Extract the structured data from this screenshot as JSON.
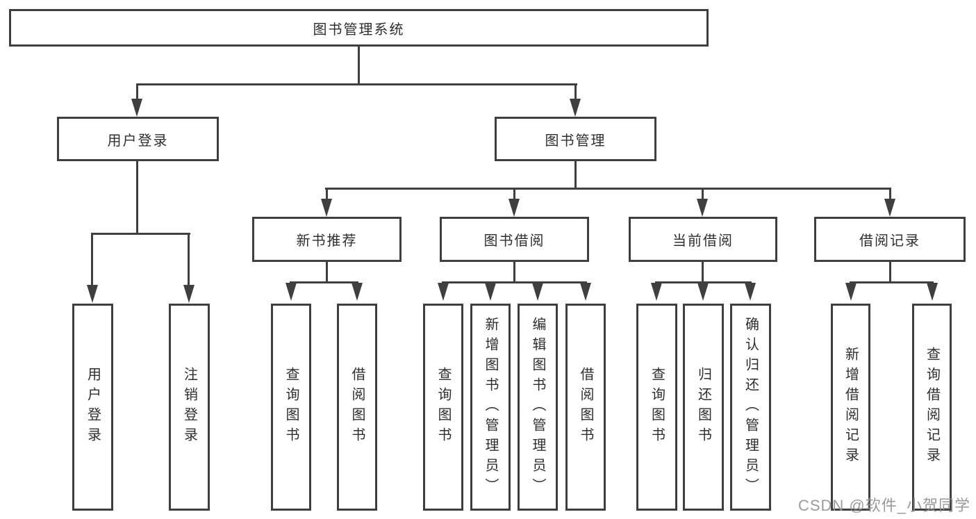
{
  "root": {
    "label": "图书管理系统"
  },
  "login": {
    "label": "用户登录",
    "children": [
      {
        "label": "用户登录"
      },
      {
        "label": "注销登录"
      }
    ]
  },
  "management": {
    "label": "图书管理",
    "sections": [
      {
        "label": "新书推荐",
        "children": [
          {
            "label": "查询图书"
          },
          {
            "label": "借阅图书"
          }
        ]
      },
      {
        "label": "图书借阅",
        "children": [
          {
            "label": "查询图书"
          },
          {
            "label": "新增图书（管理员）"
          },
          {
            "label": "编辑图书（管理员）"
          },
          {
            "label": "借阅图书"
          }
        ]
      },
      {
        "label": "当前借阅",
        "children": [
          {
            "label": "查询图书"
          },
          {
            "label": "归还图书"
          },
          {
            "label": "确认归还（管理员）"
          }
        ]
      },
      {
        "label": "借阅记录",
        "children": [
          {
            "label": "新增借阅记录"
          },
          {
            "label": "查询借阅记录"
          }
        ]
      }
    ]
  },
  "watermark": "CSDN @软件_小贺同学",
  "colors": {
    "line": "#3f3f3f",
    "box_border": "#3f3f3f",
    "text": "#2e2e2e",
    "watermark": "#919191",
    "background": "#ffffff"
  }
}
